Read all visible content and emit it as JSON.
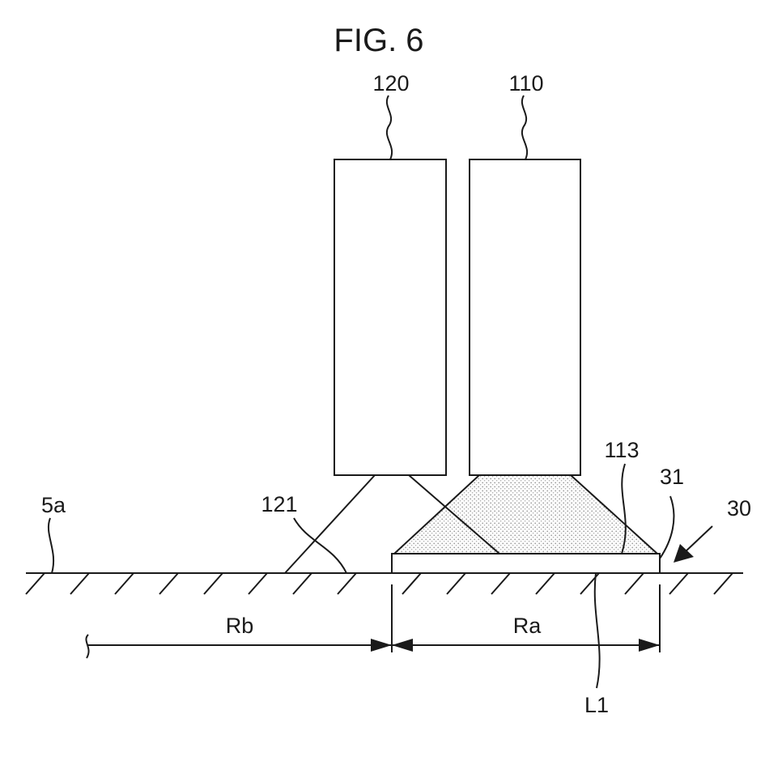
{
  "figure": {
    "title": "FIG. 6",
    "labels": {
      "unit_120": "120",
      "unit_110": "110",
      "ref_5a": "5a",
      "ref_121": "121",
      "ref_113": "113",
      "ref_31": "31",
      "ref_30": "30",
      "range_rb": "Rb",
      "range_ra": "Ra",
      "ref_l1": "L1"
    },
    "colors": {
      "ink": "#1a1a1a",
      "stipple": "#9a9a9a",
      "background": "#ffffff"
    }
  }
}
